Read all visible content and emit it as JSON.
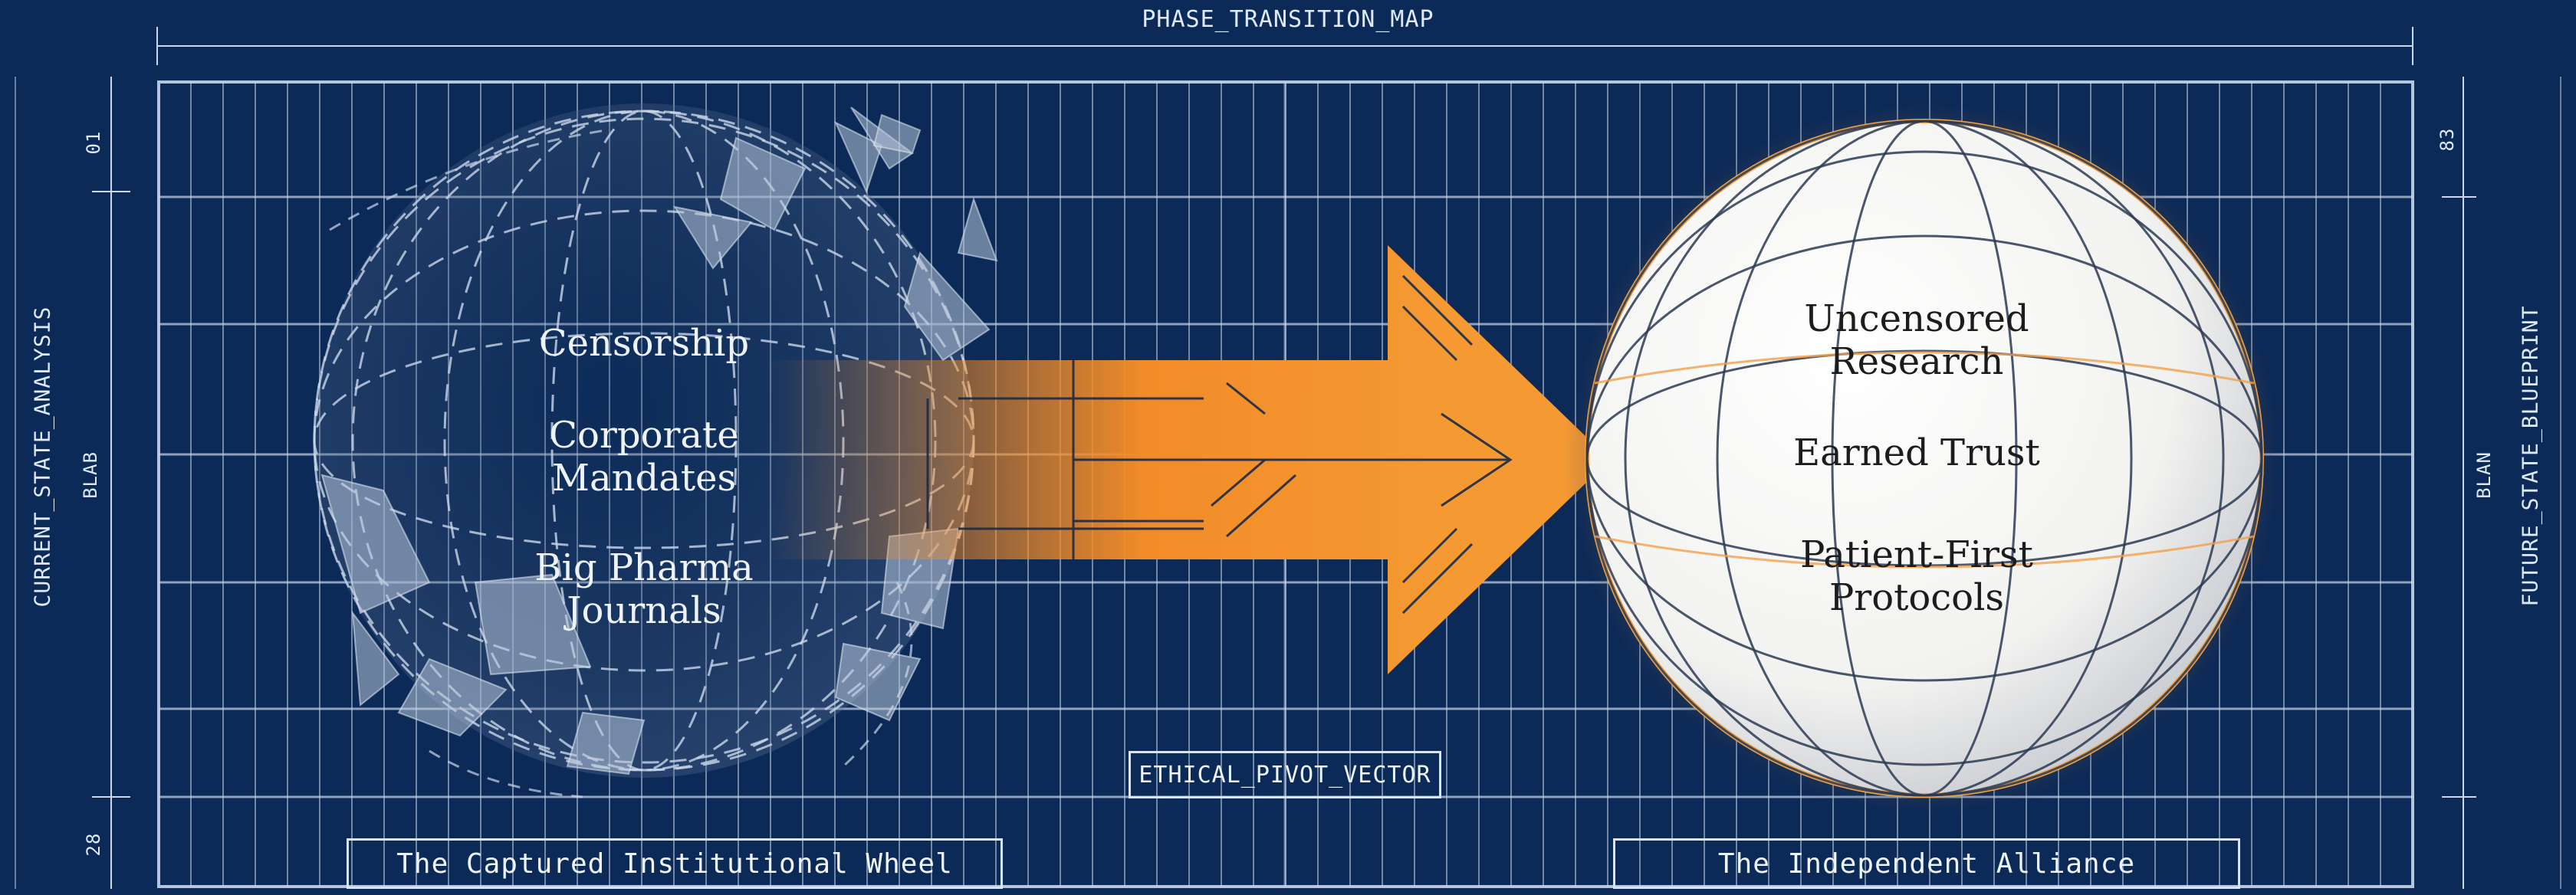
{
  "header": {
    "title": "PHASE_TRANSITION_MAP"
  },
  "side_labels": {
    "left": "CURRENT_STATE_ANALYSIS",
    "right": "FUTURE_STATE_BLUEPRINT",
    "left_tag": "BLAB",
    "right_tag": "BLAN"
  },
  "tick_marks": {
    "left_top": "01",
    "left_bottom": "28",
    "right_top": "83"
  },
  "left_sphere": {
    "items": [
      "Censorship",
      "Corporate Mandates",
      "Big Pharma Journals"
    ],
    "caption": "The Captured Institutional Wheel"
  },
  "arrow": {
    "label": "ETHICAL_PIVOT_VECTOR",
    "color": "#f28c28"
  },
  "right_sphere": {
    "items": [
      "Uncensored Research",
      "Earned Trust",
      "Patient-First Protocols"
    ],
    "caption": "The Independent Alliance"
  },
  "colors": {
    "background": "#0c2a57",
    "grid": "#c8d6ea",
    "accent": "#f28c28",
    "sphere": "#f7f7f6"
  }
}
